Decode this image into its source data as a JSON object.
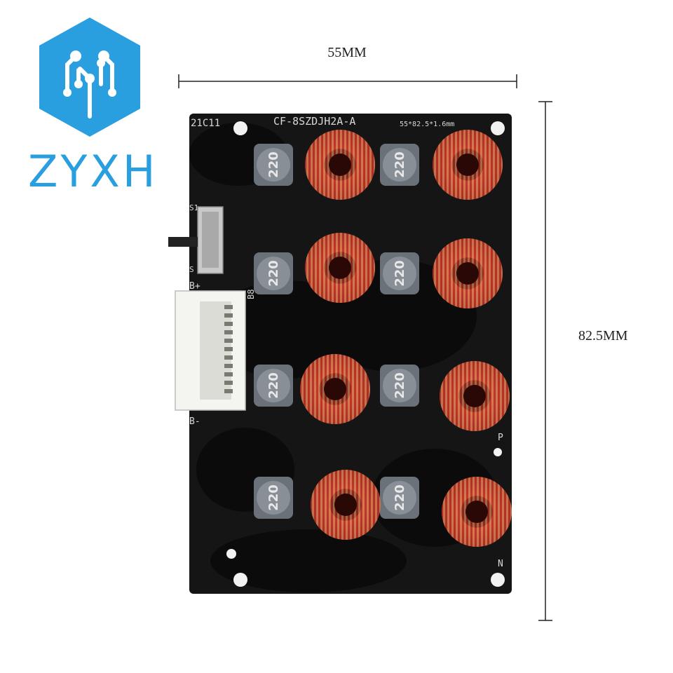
{
  "logo": {
    "text": "ZYXH",
    "color": "#2a9fe0",
    "icon": "circuit-hexagon-icon"
  },
  "dimensions": {
    "width_label": "55MM",
    "height_label": "82.5MM"
  },
  "board": {
    "silkscreen_code": "21C11",
    "model": "CF-8SZDJH2A-A",
    "spec": "55*82.5*1.6mm",
    "connector_top": "B+",
    "connector_bottom": "B-",
    "connector_label": "B8",
    "pad_p": "P",
    "pad_n": "N",
    "switch_label_top": "S1",
    "switch_label_bottom": "S",
    "inductor_marking": "220",
    "inductor_count": 8,
    "toroid_count": 8
  }
}
